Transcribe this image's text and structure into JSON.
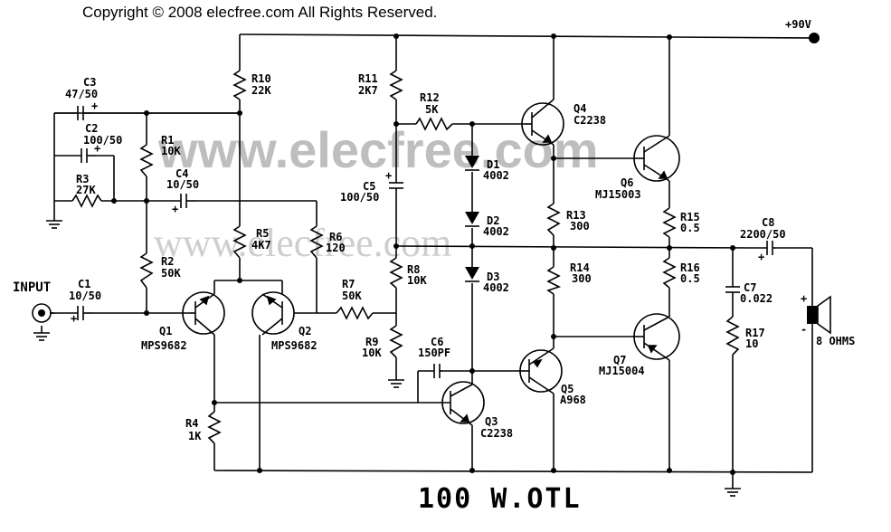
{
  "copyright": "Copyright ©  2008 elecfree.com All Rights Reserved.",
  "title": "100 W.OTL",
  "supply": "+90V",
  "input_label": "INPUT",
  "speaker_label": "8 OHMS",
  "watermark_main": "www.elecfree.com",
  "watermark_secondary": "www.elecfree.com",
  "components": {
    "C1": {
      "name": "C1",
      "value": "10/50"
    },
    "C2": {
      "name": "C2",
      "value": "100/50"
    },
    "C3": {
      "name": "C3",
      "value": "47/50"
    },
    "C4": {
      "name": "C4",
      "value": "10/50"
    },
    "C5": {
      "name": "C5",
      "value": "100/50"
    },
    "C6": {
      "name": "C6",
      "value": "150PF"
    },
    "C7": {
      "name": "C7",
      "value": "0.022"
    },
    "C8": {
      "name": "C8",
      "value": "2200/50"
    },
    "R1": {
      "name": "R1",
      "value": "10K"
    },
    "R2": {
      "name": "R2",
      "value": "50K"
    },
    "R3": {
      "name": "R3",
      "value": "27K"
    },
    "R4": {
      "name": "R4",
      "value": "1K"
    },
    "R5": {
      "name": "R5",
      "value": "4K7"
    },
    "R6": {
      "name": "R6",
      "value": "120"
    },
    "R7": {
      "name": "R7",
      "value": "50K"
    },
    "R8": {
      "name": "R8",
      "value": "10K"
    },
    "R9": {
      "name": "R9",
      "value": "10K"
    },
    "R10": {
      "name": "R10",
      "value": "22K"
    },
    "R11": {
      "name": "R11",
      "value": "2K7"
    },
    "R12": {
      "name": "R12",
      "value": "5K"
    },
    "R13": {
      "name": "R13",
      "value": "300"
    },
    "R14": {
      "name": "R14",
      "value": "300"
    },
    "R15": {
      "name": "R15",
      "value": "0.5"
    },
    "R16": {
      "name": "R16",
      "value": "0.5"
    },
    "R17": {
      "name": "R17",
      "value": "10"
    },
    "D1": {
      "name": "D1",
      "value": "4002"
    },
    "D2": {
      "name": "D2",
      "value": "4002"
    },
    "D3": {
      "name": "D3",
      "value": "4002"
    },
    "Q1": {
      "name": "Q1",
      "value": "MPS9682"
    },
    "Q2": {
      "name": "Q2",
      "value": "MPS9682"
    },
    "Q3": {
      "name": "Q3",
      "value": "C2238"
    },
    "Q4": {
      "name": "Q4",
      "value": "C2238"
    },
    "Q5": {
      "name": "Q5",
      "value": "A968"
    },
    "Q6": {
      "name": "Q6",
      "value": "MJ15003"
    },
    "Q7": {
      "name": "Q7",
      "value": "MJ15004"
    }
  }
}
